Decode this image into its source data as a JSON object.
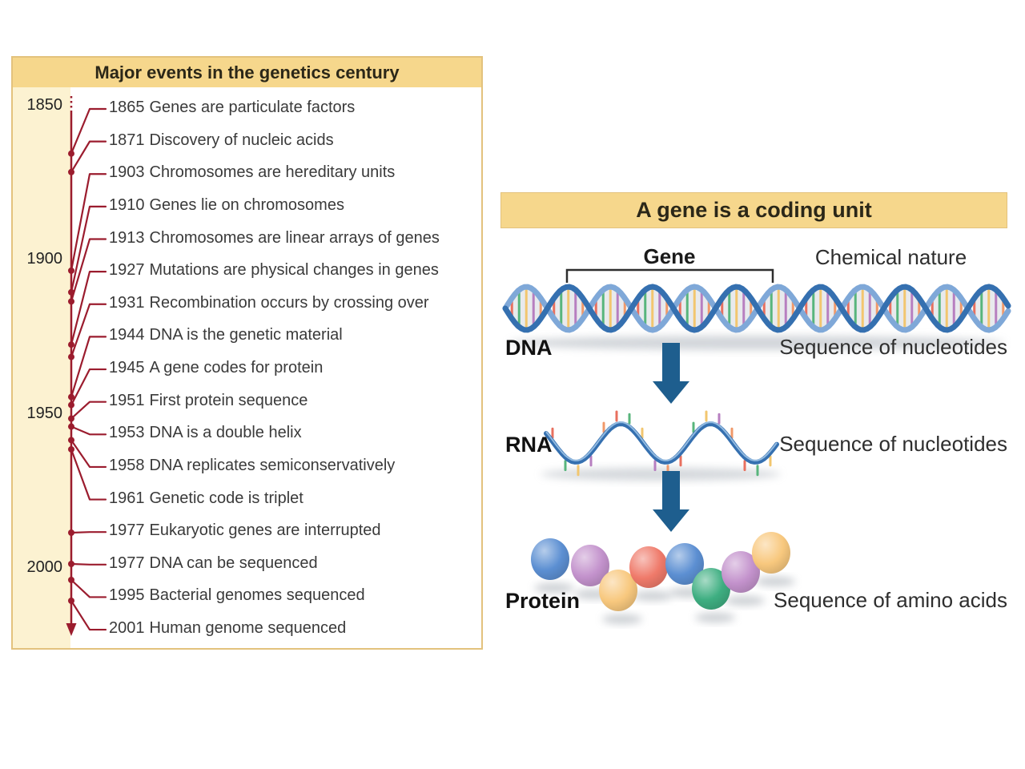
{
  "colors": {
    "header_bg": "#F6D78C",
    "panel_border": "#E3C27D",
    "year_column_bg": "#FCF2D1",
    "timeline_red": "#9B1C2E",
    "title_text": "#2B2718",
    "event_text": "#3a3a3a",
    "arrow_blue": "#1E5E8E",
    "helix_blue_dark": "#3570B0",
    "helix_blue_light": "#7FA8D8",
    "helix_eye_fill": "#D8DCE1",
    "base_palette": [
      "#E8705F",
      "#58B57C",
      "#F2C66F",
      "#B77FC0",
      "#F0996A"
    ],
    "bead_palette": [
      "#5C8FD2",
      "#C392CC",
      "#F8C87E",
      "#EF7A6A",
      "#5C8FD2",
      "#3EAE81",
      "#C392CC",
      "#F8C87E"
    ]
  },
  "left_panel": {
    "title": "Major events in the genetics century",
    "axis_years": [
      "1850",
      "1900",
      "1950",
      "2000"
    ],
    "events": [
      {
        "year": "1865",
        "label": "Genes are particulate factors"
      },
      {
        "year": "1871",
        "label": "Discovery of nucleic acids"
      },
      {
        "year": "1903",
        "label": "Chromosomes are hereditary units"
      },
      {
        "year": "1910",
        "label": "Genes lie on chromosomes"
      },
      {
        "year": "1913",
        "label": "Chromosomes are linear arrays of genes"
      },
      {
        "year": "1927",
        "label": "Mutations are physical changes in genes"
      },
      {
        "year": "1931",
        "label": "Recombination occurs by crossing over"
      },
      {
        "year": "1944",
        "label": "DNA is the genetic material"
      },
      {
        "year": "1945",
        "label": "A gene codes for protein"
      },
      {
        "year": "1951",
        "label": "First protein sequence"
      },
      {
        "year": "1953",
        "label": "DNA is a double helix"
      },
      {
        "year": "1958",
        "label": "DNA replicates semiconservatively"
      },
      {
        "year": "1961",
        "label": "Genetic code is triplet"
      },
      {
        "year": "1977",
        "label": "Eukaryotic genes are interrupted"
      },
      {
        "year": "1977",
        "label": "DNA can be sequenced"
      },
      {
        "year": "1995",
        "label": "Bacterial genomes sequenced"
      },
      {
        "year": "2001",
        "label": "Human genome sequenced"
      }
    ]
  },
  "right_panel": {
    "title": "A gene is a coding unit",
    "gene_label": "Gene",
    "column_header": "Chemical nature",
    "rows": [
      {
        "name": "DNA",
        "nature": "Sequence of nucleotides"
      },
      {
        "name": "RNA",
        "nature": "Sequence of nucleotides"
      },
      {
        "name": "Protein",
        "nature": "Sequence of amino acids"
      }
    ]
  }
}
